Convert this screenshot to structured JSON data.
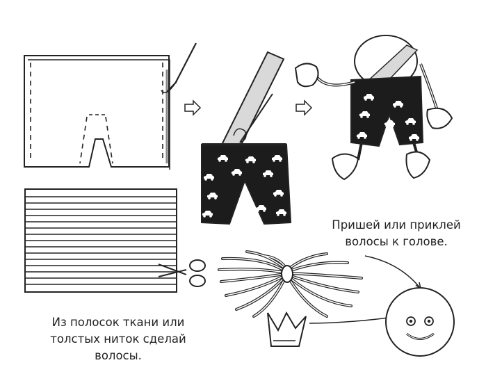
{
  "captions": {
    "attach_hair": {
      "line1": "Пришей или приклей",
      "line2": "волосы к голове."
    },
    "make_hair": {
      "line1": "Из полосок ткани или",
      "line2": "толстых ниток сделай",
      "line3": "волосы."
    }
  },
  "arrows": [
    "⇨",
    "⇨"
  ],
  "colors": {
    "ink": "#222222",
    "fabric_light": "#d9d9d9",
    "shorts_dark": "#1c1c1c"
  }
}
